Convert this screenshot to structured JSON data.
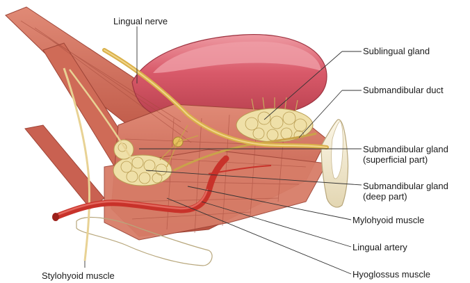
{
  "labels": {
    "lingual_nerve": "Lingual nerve",
    "sublingual_gland": "Sublingual gland",
    "submandibular_duct": "Submandibular duct",
    "submandibular_gland_superficial": [
      "Submandibular gland",
      "(superficial part)"
    ],
    "submandibular_gland_deep": [
      "Submandibular gland",
      "(deep part)"
    ],
    "mylohyoid_muscle": "Mylohyoid muscle",
    "lingual_artery": "Lingual artery",
    "hyoglossus_muscle": "Hyoglossus muscle",
    "stylohyoid_muscle": "Stylohyoid muscle"
  },
  "colors": {
    "muscle": "#d4705c",
    "muscle_dark": "#a8453a",
    "tongue": "#d95a6a",
    "tongue_top": "#e88c96",
    "artery": "#c8322a",
    "nerve": "#d9b04a",
    "gland": "#efe0a8",
    "bone": "#f2ead2",
    "leader": "#333333"
  }
}
